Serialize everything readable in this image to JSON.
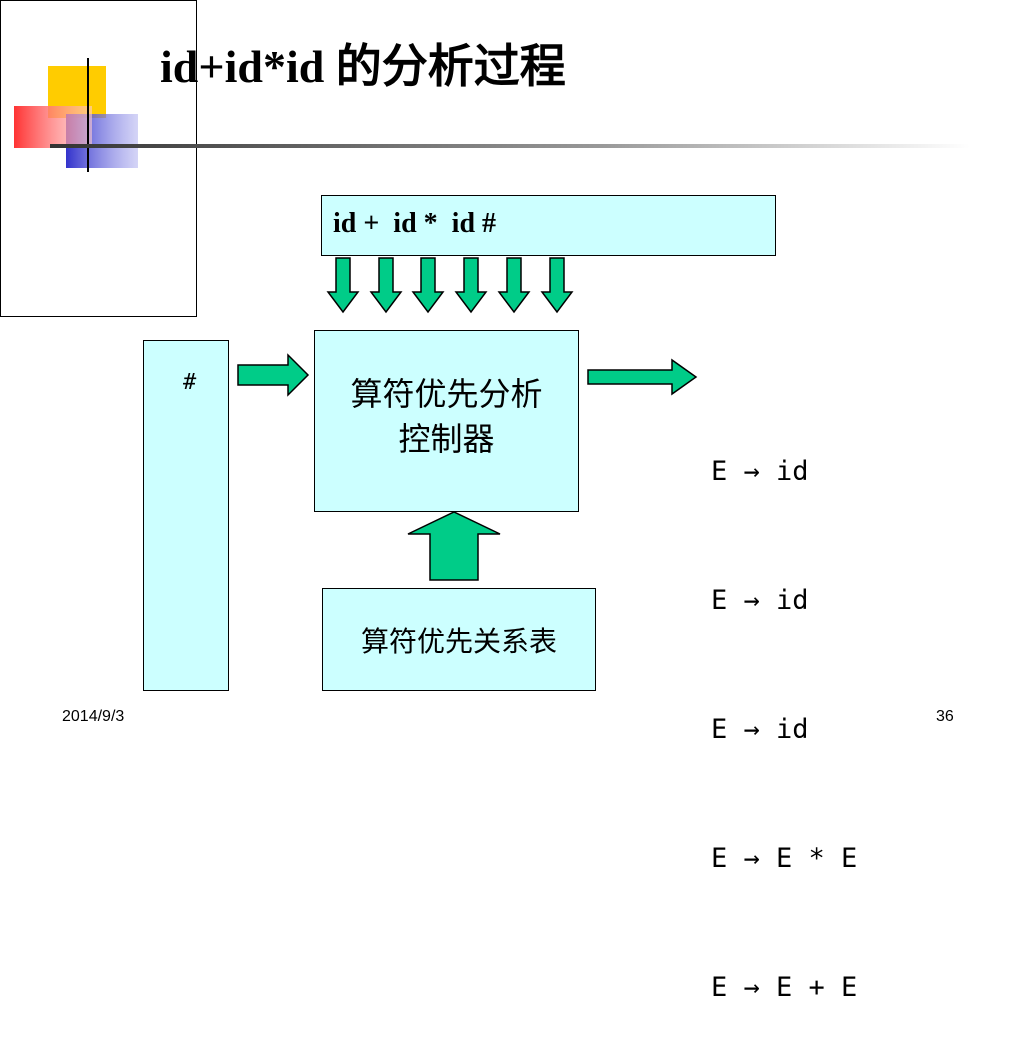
{
  "slide": {
    "title": "id+id*id 的分析过程",
    "input_string": "id +  id *  id #",
    "stack_top": "#",
    "controller_label_line1": "算符优先分析",
    "controller_label_line2": "控制器",
    "precedence_table_label": "算符优先关系表",
    "output_rules": [
      "E → id",
      "E → id",
      "E → id",
      "E → E * E",
      "E → E + E"
    ],
    "footer_date": "2014/9/3",
    "page_number": "36"
  },
  "colors": {
    "box_fill": "#ccffff",
    "arrow_fill": "#00cc88",
    "logo_yellow": "#ffcc00",
    "logo_blue": "#3333cc",
    "logo_red": "#ff4444"
  }
}
